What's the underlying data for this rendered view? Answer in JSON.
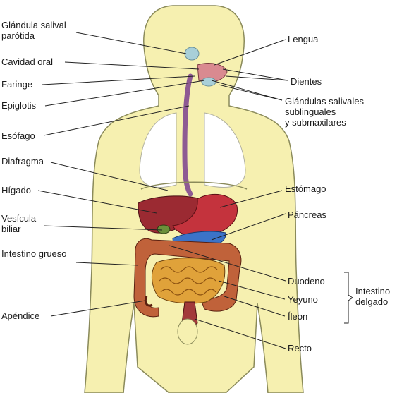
{
  "labels": {
    "glandula_parotida": "Glándula salival\nparótida",
    "cavidad_oral": "Cavidad oral",
    "faringe": "Faringe",
    "epiglotis": "Epiglotis",
    "esofago": "Esófago",
    "diafragma": "Diafragma",
    "higado": "Hígado",
    "vesicula": "Vesícula\nbiliar",
    "intestino_grueso": "Intestino grueso",
    "apendice": "Apéndice",
    "lengua": "Lengua",
    "dientes": "Dientes",
    "glandulas_sub": "Glándulas salivales\nsublinguales\ny submaxilares",
    "estomago": "Estómago",
    "pancreas": "Páncreas",
    "duodeno": "Duodeno",
    "yeyuno": "Yeyuno",
    "ileon": "Íleon",
    "intestino_delgado": "Intestino\ndelgado",
    "recto": "Recto"
  },
  "colors": {
    "body_fill": "#f6f0b0",
    "body_stroke": "#8a8a5a",
    "lungs": "#ffffff",
    "esophagus": "#8e5a93",
    "liver": "#9b2a32",
    "stomach": "#c4333d",
    "pancreas": "#3b73c8",
    "large_intestine": "#c0623a",
    "small_intestine": "#e0a23a",
    "gland": "#a8cfd8",
    "mouth": "#d98a90",
    "leader": "#222222"
  }
}
